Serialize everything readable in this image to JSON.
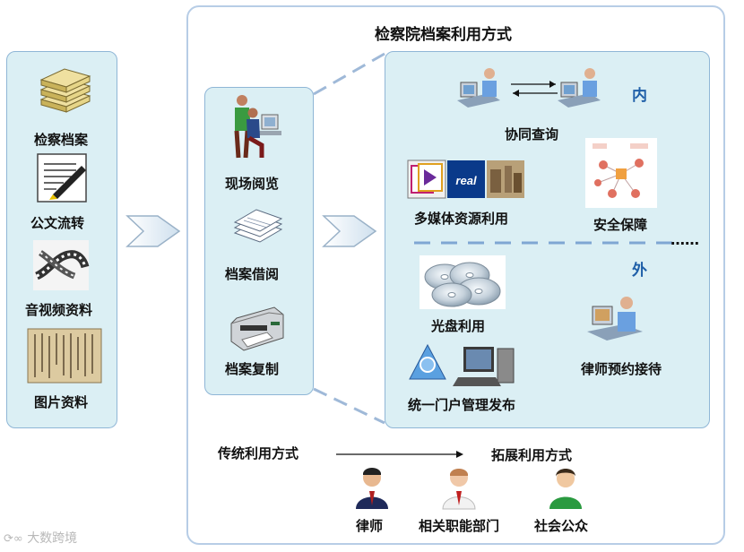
{
  "title": "检察院档案利用方式",
  "left_items": [
    {
      "label": "检察档案",
      "icon": "books-icon"
    },
    {
      "label": "公文流转",
      "icon": "document-pen-icon"
    },
    {
      "label": "音视频资料",
      "icon": "film-strip-icon"
    },
    {
      "label": "图片资料",
      "icon": "calligraphy-scroll-icon"
    }
  ],
  "traditional_items": [
    {
      "label": "现场阅览",
      "icon": "reading-people-icon"
    },
    {
      "label": "档案借阅",
      "icon": "paper-stack-icon"
    },
    {
      "label": "档案复制",
      "icon": "printer-icon"
    }
  ],
  "internal": {
    "tag": "内",
    "items": [
      {
        "label": "协同查询",
        "icon": "collaborative-query-icon"
      },
      {
        "label": "多媒体资源利用",
        "icon": "multimedia-icons"
      },
      {
        "label": "安全保障",
        "icon": "security-network-icon"
      }
    ]
  },
  "ellipsis": "……",
  "external": {
    "tag": "外",
    "items": [
      {
        "label": "光盘利用",
        "icon": "cd-discs-icon"
      },
      {
        "label": "律师预约接待",
        "icon": "lawyer-desk-icon"
      },
      {
        "label": "统一门户管理发布",
        "icon": "portal-computer-icon"
      }
    ]
  },
  "legend": {
    "from": "传统利用方式",
    "to": "拓展利用方式"
  },
  "users": [
    {
      "label": "律师",
      "icon": "lawyer-avatar-icon"
    },
    {
      "label": "相关职能部门",
      "icon": "official-avatar-icon"
    },
    {
      "label": "社会公众",
      "icon": "public-avatar-icon"
    }
  ],
  "watermark": "大数跨境",
  "colors": {
    "panel_fill": "#dbeff4",
    "panel_border": "#8fb6d6",
    "frame_border": "#b7cde6",
    "tag_blue": "#1f5fa8",
    "dash_blue": "#7fa6d3"
  }
}
